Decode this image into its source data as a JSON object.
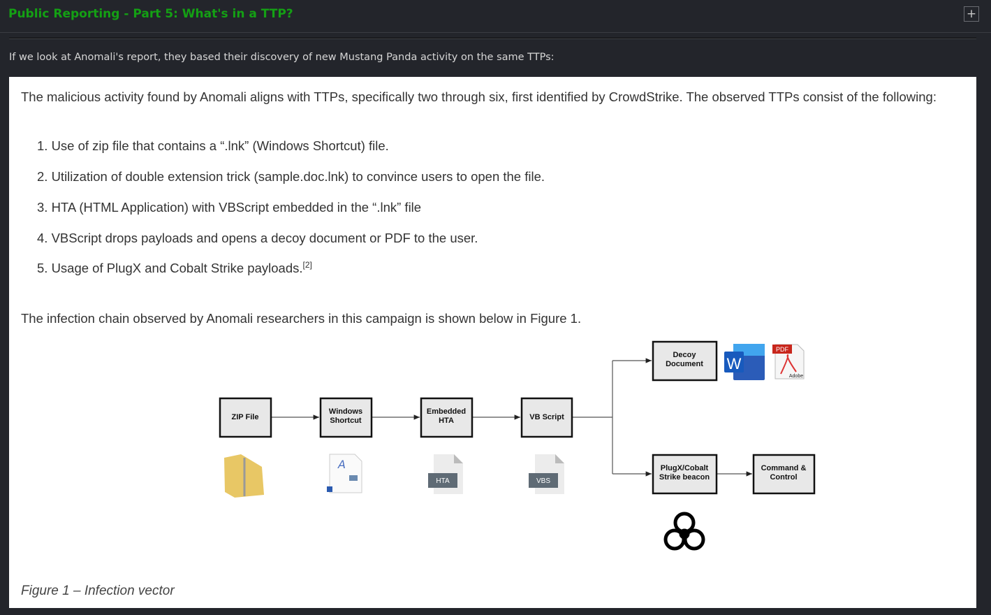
{
  "header": {
    "title": "Public Reporting - Part 5: What's in a TTP?",
    "expand_label": "+"
  },
  "intro": "If we look at Anomali's report, they based their discovery of new Mustang Panda activity on the same TTPs:",
  "quote": {
    "paragraph1": "The malicious activity found by Anomali aligns with TTPs, specifically two through six, first identified by CrowdStrike. The observed TTPs consist of the following:",
    "items": [
      "1. Use of zip file that contains a “.lnk” (Windows Shortcut) file.",
      "2. Utilization of double extension trick (sample.doc.lnk) to convince users to open the file.",
      "3. HTA (HTML Application) with VBScript embedded in the “.lnk” file",
      "4. VBScript drops payloads and opens a decoy document or PDF to the user.",
      "5. Usage of PlugX and Cobalt Strike payloads."
    ],
    "citation": "[2]",
    "paragraph2": "The infection chain observed by Anomali researchers in this campaign is shown below in Figure 1.",
    "caption": "Figure 1 – Infection vector"
  },
  "diagram": {
    "zip": "ZIP File",
    "shortcut": [
      "Windows",
      "Shortcut"
    ],
    "hta": [
      "Embedded",
      "HTA"
    ],
    "vb": "VB Script",
    "decoy": [
      "Decoy",
      "Document"
    ],
    "plugx": [
      "PlugX/Cobalt",
      "Strike beacon"
    ],
    "cc": [
      "Command &",
      "Control"
    ],
    "hta_badge": "HTA",
    "vbs_badge": "VBS",
    "pdf_badge": "PDF",
    "word_letter": "W",
    "adobe_label": "Adobe"
  }
}
